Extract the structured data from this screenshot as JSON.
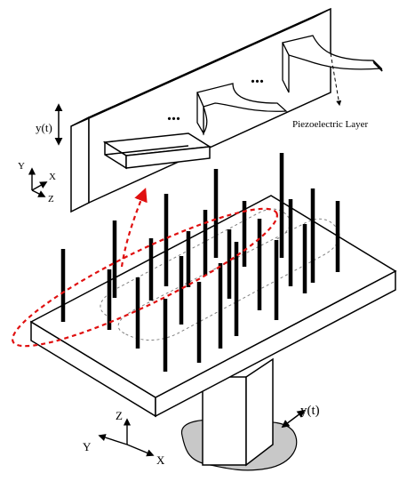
{
  "labels": {
    "top_motion": "y(t)",
    "bottom_motion": "y(t)",
    "piezo_layer": "Piezoelectric Layer",
    "ellipsis_1": "...",
    "ellipsis_2": "...",
    "top_axis_y": "Y",
    "top_axis_x": "X",
    "top_axis_z": "Z",
    "bottom_axis_z": "Z",
    "bottom_axis_y": "Y",
    "bottom_axis_x": "X"
  },
  "colors": {
    "ink": "#000000",
    "highlight": "#e01010",
    "ground": "#c8c8c8",
    "dashed_path": "#808080"
  }
}
